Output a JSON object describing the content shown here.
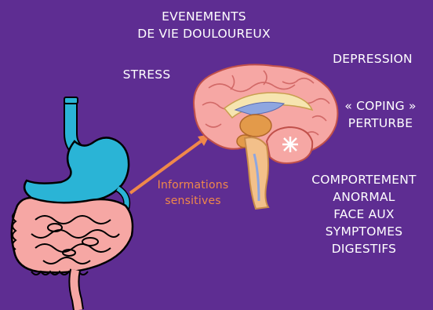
{
  "labels": {
    "life_events": [
      "EVENEMENTS",
      "DE VIE DOULOUREUX"
    ],
    "stress": "STRESS",
    "depression": "DEPRESSION",
    "coping": [
      "« COPING »",
      "PERTURBE"
    ],
    "behavior": [
      "COMPORTEMENT",
      "ANORMAL",
      "FACE AUX",
      "SYMPTOMES",
      "DIGESTIFS"
    ],
    "sensory_info": [
      "Informations",
      "sensitives"
    ]
  },
  "colors": {
    "background": "#5e2d92",
    "text": "#ffffff",
    "arrow": "#f0884a",
    "stomach": "#2ab4d6",
    "intestine": "#f6a7a4",
    "brain": "#f6a7a4",
    "brainstem": "#f3c08a"
  },
  "icons": [
    "brain-illustration",
    "digestive-tract-illustration",
    "arrow-icon"
  ]
}
